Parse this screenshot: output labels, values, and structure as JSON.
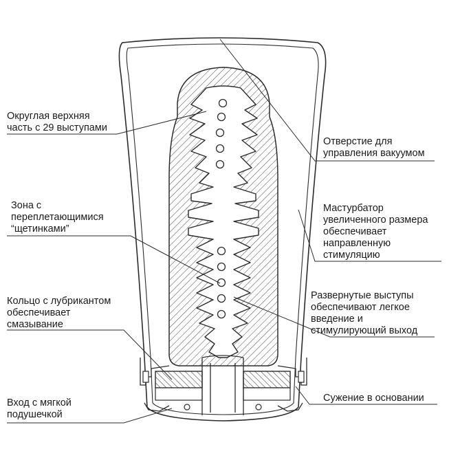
{
  "colors": {
    "stroke": "#2b2b2b",
    "hatch": "#555555",
    "background": "#ffffff",
    "text": "#1a1a1a"
  },
  "labels": {
    "top_left": [
      "Округлая верхняя",
      "часть с 29 выступами"
    ],
    "bristles": [
      "Зона с",
      "переплетающимися",
      "“щетинками”"
    ],
    "ring": [
      "Кольцо с лубрикантом",
      "обеспечивает",
      "смазывание"
    ],
    "entry": [
      "Вход с мягкой",
      "подушечкой"
    ],
    "vacuum": [
      "Отверстие для",
      "управления вакуумом"
    ],
    "stimulation": [
      "Мастурбатор",
      "увеличенного размера",
      "обеспечивает",
      "направленную",
      "стимуляцию"
    ],
    "reverse": [
      "Развернутые выступы",
      "обеспечивают легкое",
      "введение и",
      "стимулирующий выход"
    ],
    "narrowing": [
      "Сужение в основании"
    ]
  }
}
